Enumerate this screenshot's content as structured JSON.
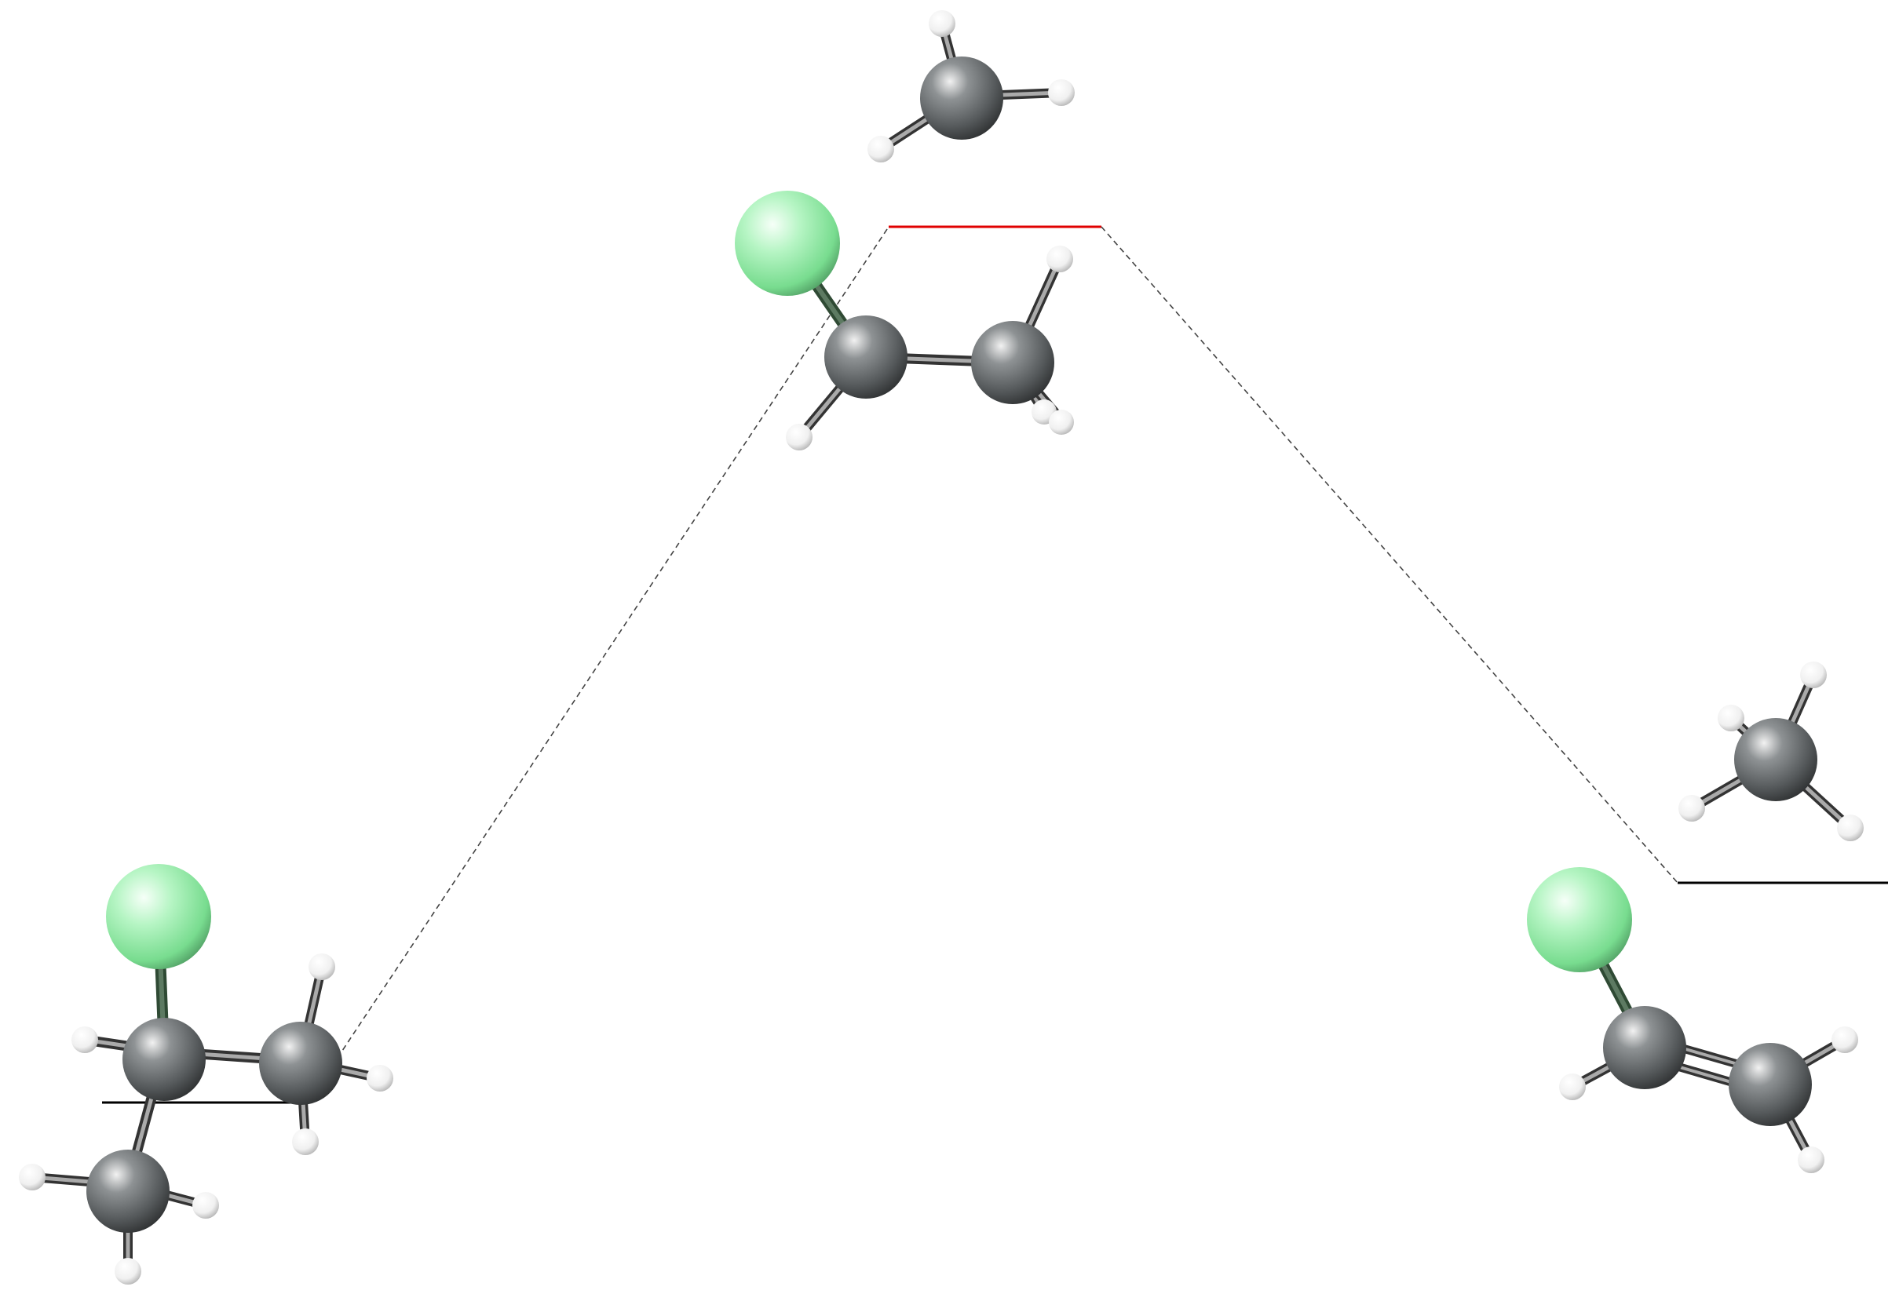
{
  "diagram": {
    "kind": "reaction-energy-profile",
    "levels": [
      {
        "id": "reactant",
        "role": "minimum",
        "color": "#000000"
      },
      {
        "id": "transition-state",
        "role": "saddle-point",
        "color": "#e00000"
      },
      {
        "id": "product",
        "role": "minimum",
        "color": "#000000"
      }
    ],
    "connector_style": "dashed",
    "atom_colors": {
      "chlorine": "#7ee89a",
      "carbon": "#5e6264",
      "hydrogen": "#ffffff"
    },
    "molecules": [
      {
        "id": "reactant-2-chloropropane",
        "atoms": [
          "Cl",
          "C",
          "C",
          "C",
          "H",
          "H",
          "H",
          "H",
          "H",
          "H",
          "H"
        ]
      },
      {
        "id": "ts-methyl-fragment",
        "atoms": [
          "C",
          "H",
          "H",
          "H"
        ]
      },
      {
        "id": "ts-chloroethyl-fragment",
        "atoms": [
          "Cl",
          "C",
          "C",
          "H",
          "H",
          "H",
          "H"
        ]
      },
      {
        "id": "product-methane",
        "atoms": [
          "C",
          "H",
          "H",
          "H",
          "H"
        ]
      },
      {
        "id": "product-vinyl-chloride",
        "atoms": [
          "Cl",
          "C",
          "C",
          "H",
          "H",
          "H"
        ]
      }
    ]
  }
}
